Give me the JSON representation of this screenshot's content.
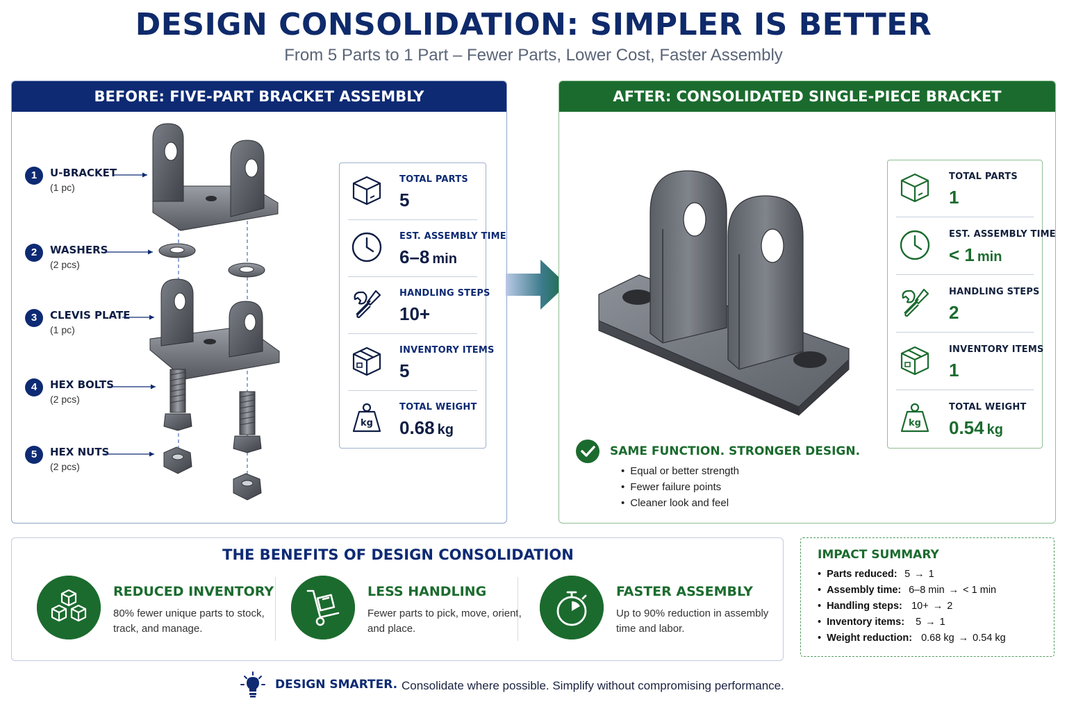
{
  "header": {
    "title": "DESIGN CONSOLIDATION: SIMPLER IS BETTER",
    "subtitle": "From 5 Parts to 1 Part – Fewer Parts, Lower Cost, Faster Assembly"
  },
  "before": {
    "heading": "BEFORE: FIVE-PART BRACKET ASSEMBLY",
    "parts": [
      {
        "num": "1",
        "name": "U-BRACKET",
        "qty": "(1 pc)"
      },
      {
        "num": "2",
        "name": "WASHERS",
        "qty": "(2 pcs)"
      },
      {
        "num": "3",
        "name": "CLEVIS PLATE",
        "qty": "(1 pc)"
      },
      {
        "num": "4",
        "name": "HEX BOLTS",
        "qty": "(2 pcs)"
      },
      {
        "num": "5",
        "name": "HEX NUTS",
        "qty": "(2 pcs)"
      }
    ],
    "stats": [
      {
        "label": "TOTAL PARTS",
        "value": "5",
        "unit": "",
        "icon": "box-icon"
      },
      {
        "label": "EST. ASSEMBLY TIME",
        "value": "6–8",
        "unit": "min",
        "icon": "clock-icon"
      },
      {
        "label": "HANDLING STEPS",
        "value": "10+",
        "unit": "",
        "icon": "tools-icon"
      },
      {
        "label": "INVENTORY ITEMS",
        "value": "5",
        "unit": "",
        "icon": "package-icon"
      },
      {
        "label": "TOTAL WEIGHT",
        "value": "0.68",
        "unit": "kg",
        "icon": "weight-icon"
      }
    ]
  },
  "after": {
    "heading": "AFTER: CONSOLIDATED SINGLE-PIECE BRACKET",
    "stats": [
      {
        "label": "TOTAL PARTS",
        "value": "1",
        "unit": "",
        "icon": "box-icon"
      },
      {
        "label": "EST. ASSEMBLY TIME",
        "value": "< 1",
        "unit": "min",
        "icon": "clock-icon"
      },
      {
        "label": "HANDLING STEPS",
        "value": "2",
        "unit": "",
        "icon": "tools-icon"
      },
      {
        "label": "INVENTORY ITEMS",
        "value": "1",
        "unit": "",
        "icon": "package-icon"
      },
      {
        "label": "TOTAL WEIGHT",
        "value": "0.54",
        "unit": "kg",
        "icon": "weight-icon"
      }
    ],
    "claim": {
      "heading": "SAME FUNCTION. STRONGER DESIGN.",
      "points": [
        "Equal or better strength",
        "Fewer failure points",
        "Cleaner look and feel"
      ]
    }
  },
  "benefits": {
    "title": "THE BENEFITS OF DESIGN CONSOLIDATION",
    "items": [
      {
        "title": "REDUCED INVENTORY",
        "desc": "80% fewer unique parts to stock, track, and manage.",
        "icon": "boxes-icon"
      },
      {
        "title": "LESS HANDLING",
        "desc": "Fewer parts to pick, move, orient, and place.",
        "icon": "hand-truck-icon"
      },
      {
        "title": "FASTER ASSEMBLY",
        "desc": "Up to 90% reduction in assembly time and labor.",
        "icon": "stopwatch-icon"
      }
    ]
  },
  "impact": {
    "title": "IMPACT SUMMARY",
    "arrow": "→",
    "rows": [
      {
        "label": "Parts reduced:",
        "from": "5",
        "to": "1"
      },
      {
        "label": "Assembly time:",
        "from": "6–8 min",
        "to": "< 1 min"
      },
      {
        "label": "Handling steps:",
        "from": "10+",
        "to": "2"
      },
      {
        "label": "Inventory items:",
        "from": "5",
        "to": "1"
      },
      {
        "label": "Weight reduction:",
        "from": "0.68 kg",
        "to": "0.54 kg"
      }
    ]
  },
  "footer": {
    "heading": "DESIGN SMARTER.",
    "text": "Consolidate where possible. Simplify without compromising performance."
  },
  "colors": {
    "navy": "#0d2a73",
    "green": "#1b6b2e",
    "steel": "#5a5e66"
  }
}
